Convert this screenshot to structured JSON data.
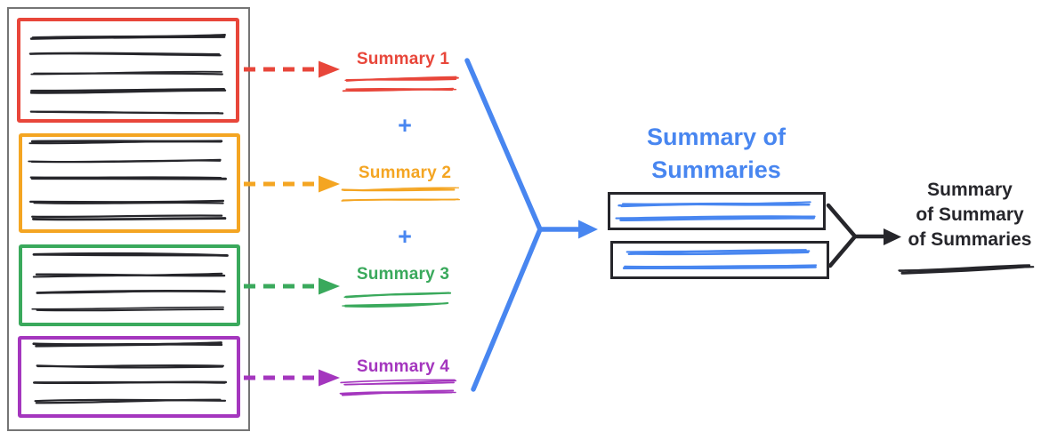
{
  "colors": {
    "red": "#E8463A",
    "orange": "#F4A522",
    "green": "#3AA95C",
    "purple": "#A436BE",
    "blue": "#4886F0",
    "ink": "#26262B",
    "gray": "#757575"
  },
  "summaries": [
    {
      "label": "Summary 1",
      "color": "#E8463A"
    },
    {
      "label": "Summary 2",
      "color": "#F4A522"
    },
    {
      "label": "Summary 3",
      "color": "#3AA95C"
    },
    {
      "label": "Summary 4",
      "color": "#A436BE"
    }
  ],
  "operators": {
    "plus": "+"
  },
  "summary_of_summaries": {
    "title": "Summary of Summaries"
  },
  "final_summary": {
    "lines": [
      "Summary",
      "of Summary",
      "of Summaries"
    ]
  }
}
